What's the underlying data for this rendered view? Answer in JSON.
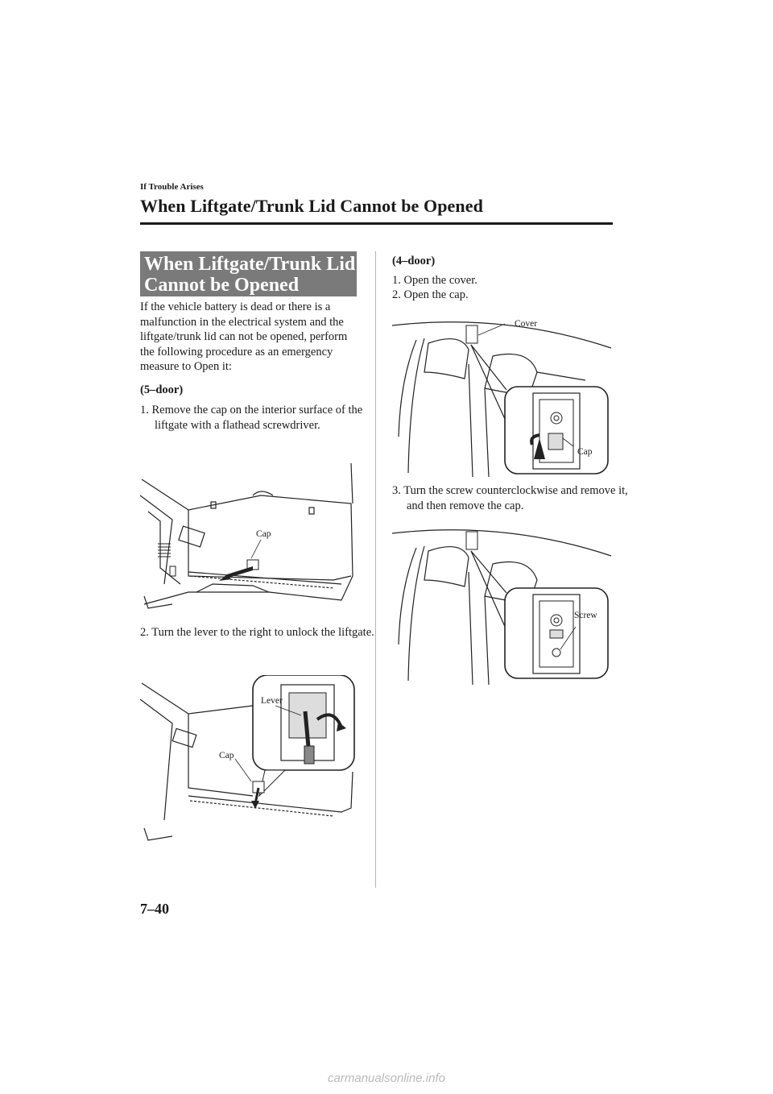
{
  "header": {
    "section": "If Trouble Arises",
    "title": "When Liftgate/Trunk Lid Cannot be Opened"
  },
  "heading_box": {
    "line1": "When Liftgate/Trunk Lid",
    "line2": "Cannot be Opened"
  },
  "intro": "If the vehicle battery is dead or there is a malfunction in the electrical system and the liftgate/trunk lid can not be opened, perform the following procedure as an emergency measure to Open it:",
  "five_door": {
    "subhead": "(5–door)",
    "step1": "1.  Remove the cap on the interior surface of the liftgate with a flathead screwdriver.",
    "fig1_label": "Cap",
    "step2": "2.  Turn the lever to the right to unlock the liftgate.",
    "fig2_labels": {
      "lever": "Lever",
      "cap": "Cap"
    }
  },
  "four_door": {
    "subhead": "(4–door)",
    "step1": "1.  Open the cover.",
    "step2": "2.  Open the cap.",
    "fig3_labels": {
      "cover": "Cover",
      "cap": "Cap"
    },
    "step3": "3.  Turn the screw counterclockwise and remove it, and then remove the cap.",
    "fig4_label": "Screw"
  },
  "page_number": "7–40",
  "watermark": "carmanualsonline.info"
}
